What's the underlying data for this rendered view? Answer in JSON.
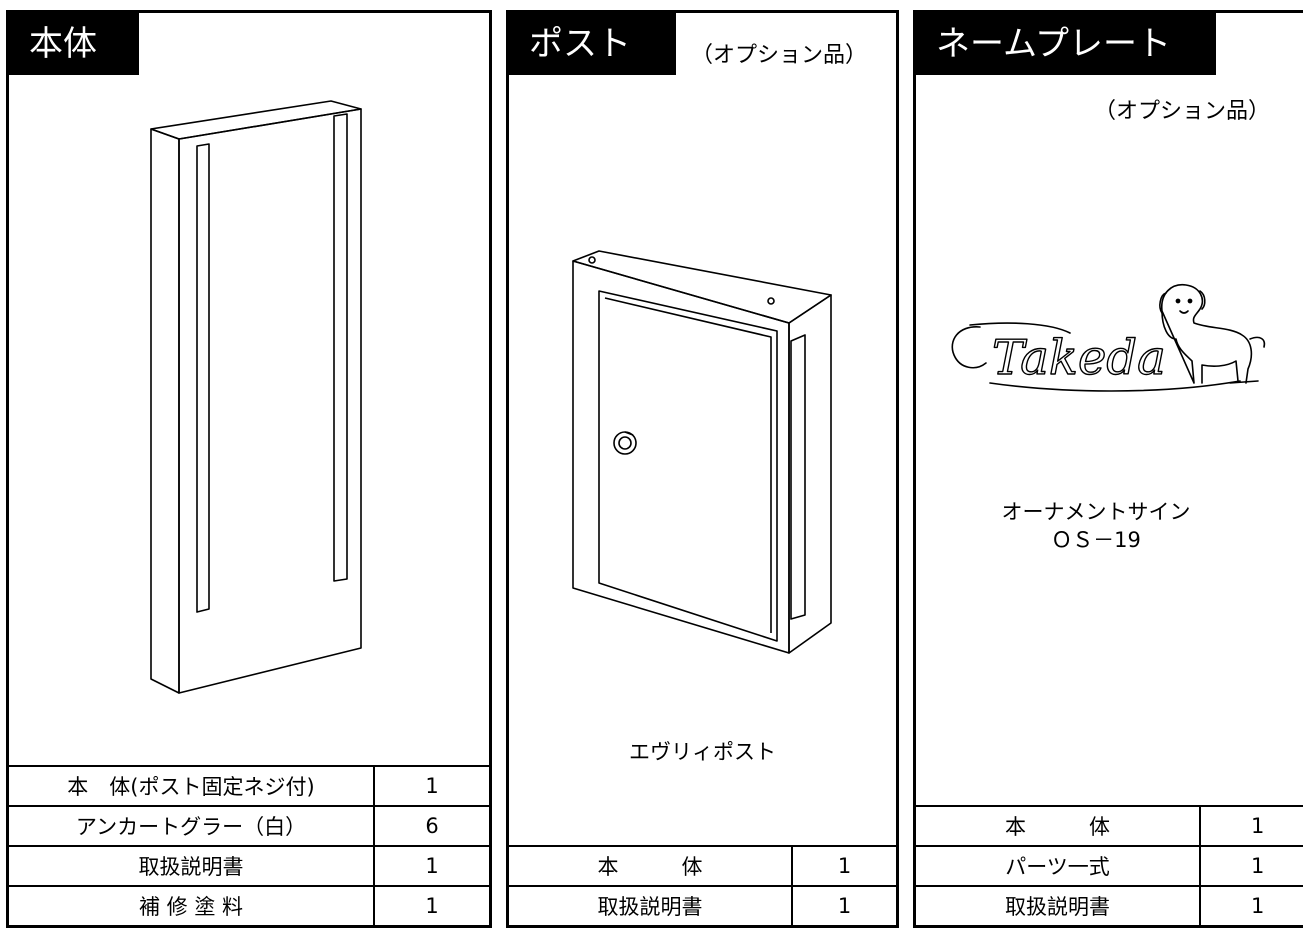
{
  "panels": [
    {
      "tab_label": "本体",
      "parts": [
        {
          "name": "本　体(ポスト固定ネジ付)",
          "qty": "1"
        },
        {
          "name": "アンカートグラー（白）",
          "qty": "6"
        },
        {
          "name": "取扱説明書",
          "qty": "1"
        },
        {
          "name": "補 修 塗 料",
          "qty": "1"
        }
      ]
    },
    {
      "tab_label": "ポスト",
      "option_label": "（オプション品）",
      "caption": "エヴリィポスト",
      "parts": [
        {
          "name": "本　　　体",
          "qty": "1"
        },
        {
          "name": "取扱説明書",
          "qty": "1"
        }
      ]
    },
    {
      "tab_label": "ネームプレート",
      "option_label": "（オプション品）",
      "logo_text": "Takeda",
      "caption_line1": "オーナメントサイン",
      "caption_line2": "ＯＳ－19",
      "parts": [
        {
          "name": "本　　　体",
          "qty": "1"
        },
        {
          "name": "パーツ一式",
          "qty": "1"
        },
        {
          "name": "取扱説明書",
          "qty": "1"
        }
      ]
    }
  ]
}
